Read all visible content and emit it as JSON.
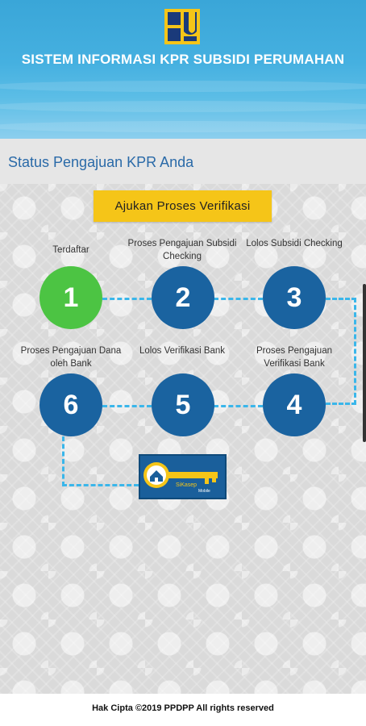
{
  "header": {
    "app_title": "SISTEM INFORMASI KPR SUBSIDI PERUMAHAN",
    "logo_icon": "pupr-logo-icon"
  },
  "status": {
    "title": "Status Pengajuan KPR Anda"
  },
  "actions": {
    "verify_label": "Ajukan Proses Verifikasi"
  },
  "steps": [
    {
      "number": "1",
      "label": "Terdaftar",
      "state": "done"
    },
    {
      "number": "2",
      "label": "Proses Pengajuan Subsidi Checking",
      "state": "pending"
    },
    {
      "number": "3",
      "label": "Lolos Subsidi Checking",
      "state": "pending"
    },
    {
      "number": "4",
      "label": "Proses Pengajuan Verifikasi Bank",
      "state": "pending"
    },
    {
      "number": "5",
      "label": "Lolos Verifikasi Bank",
      "state": "pending"
    },
    {
      "number": "6",
      "label": "Proses Pengajuan Dana oleh Bank",
      "state": "pending"
    }
  ],
  "home_button": {
    "icon": "house-key-icon",
    "caption": "SiKasep",
    "sub_caption": "Mobile"
  },
  "colors": {
    "done": "#4cc443",
    "pending": "#1a63a0",
    "accent": "#f5c518",
    "connector": "#3ab6ea",
    "header": "#45b0e0"
  },
  "footer": {
    "copyright": "Hak Cipta ©2019 PPDPP All rights reserved"
  }
}
